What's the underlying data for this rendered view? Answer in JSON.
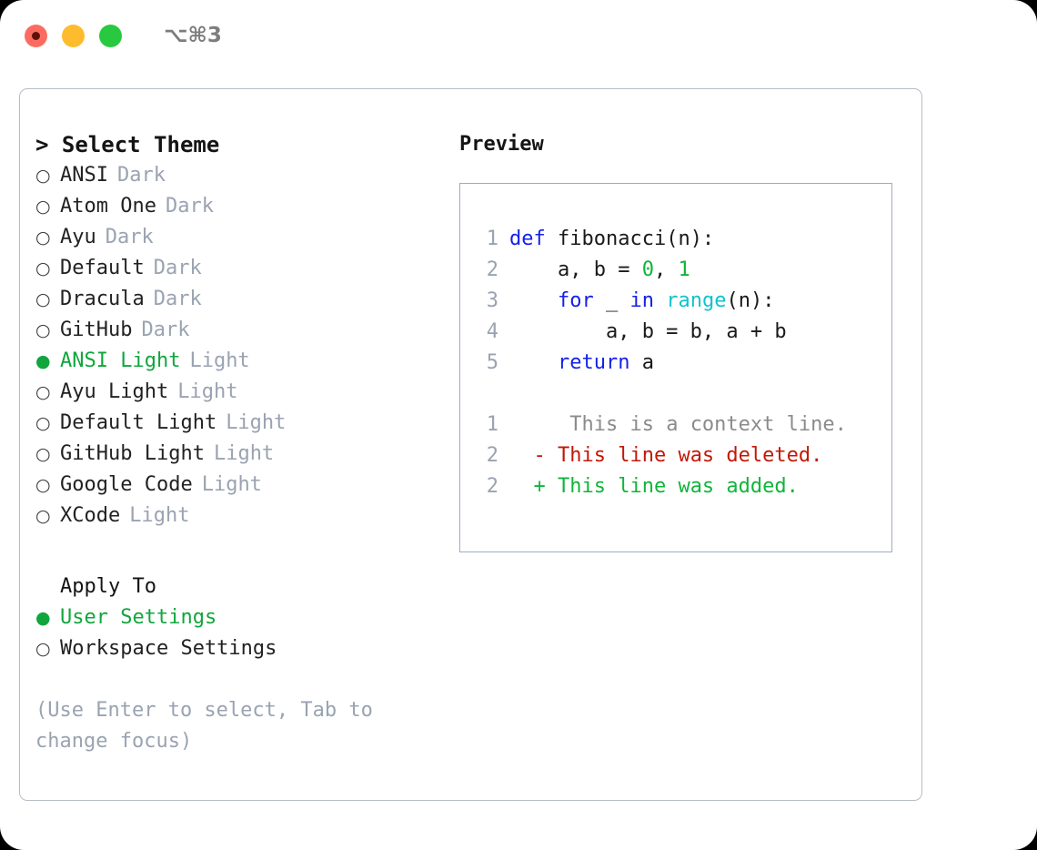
{
  "window": {
    "shortcut": "⌥⌘3",
    "traffic_lights": [
      {
        "name": "close",
        "color": "#fd6b61"
      },
      {
        "name": "minimize",
        "color": "#fdbc2e"
      },
      {
        "name": "maximize",
        "color": "#28c93f"
      }
    ]
  },
  "colors": {
    "accent_green": "#11a63d",
    "muted": "#9aa3b1",
    "text": "#222222",
    "panel_border": "#b6bdc7",
    "preview_border": "#9facbd",
    "keyword_blue": "#1521e8",
    "function_cyan": "#12c2cc",
    "number_green": "#0fb53a",
    "diff_delete": "#c21807",
    "diff_add": "#0fb53a",
    "diff_context": "#8b8b8b"
  },
  "theme_list": {
    "header_caret": ">",
    "header": "Select Theme",
    "bullet_off": "○",
    "bullet_on": "●",
    "items": [
      {
        "label": "ANSI",
        "kind": "Dark",
        "selected": false
      },
      {
        "label": "Atom One",
        "kind": "Dark",
        "selected": false
      },
      {
        "label": "Ayu",
        "kind": "Dark",
        "selected": false
      },
      {
        "label": "Default",
        "kind": "Dark",
        "selected": false
      },
      {
        "label": "Dracula",
        "kind": "Dark",
        "selected": false
      },
      {
        "label": "GitHub",
        "kind": "Dark",
        "selected": false
      },
      {
        "label": "ANSI Light",
        "kind": "Light",
        "selected": true
      },
      {
        "label": "Ayu Light",
        "kind": "Light",
        "selected": false
      },
      {
        "label": "Default Light",
        "kind": "Light",
        "selected": false
      },
      {
        "label": "GitHub Light",
        "kind": "Light",
        "selected": false
      },
      {
        "label": "Google Code",
        "kind": "Light",
        "selected": false
      },
      {
        "label": "XCode",
        "kind": "Light",
        "selected": false
      }
    ]
  },
  "apply_to": {
    "header": "Apply To",
    "items": [
      {
        "label": "User Settings",
        "selected": true
      },
      {
        "label": "Workspace Settings",
        "selected": false
      }
    ]
  },
  "hint": "(Use Enter to select, Tab to change focus)",
  "preview": {
    "title": "Preview",
    "code_lines": [
      {
        "num": "1",
        "tokens": [
          {
            "t": "def",
            "c": "kw"
          },
          {
            "t": " fibonacci(n):",
            "c": "txt"
          }
        ]
      },
      {
        "num": "2",
        "tokens": [
          {
            "t": "    a, b = ",
            "c": "txt"
          },
          {
            "t": "0",
            "c": "num"
          },
          {
            "t": ", ",
            "c": "txt"
          },
          {
            "t": "1",
            "c": "num"
          }
        ]
      },
      {
        "num": "3",
        "tokens": [
          {
            "t": "    ",
            "c": "txt"
          },
          {
            "t": "for",
            "c": "kw"
          },
          {
            "t": " _ ",
            "c": "txt"
          },
          {
            "t": "in",
            "c": "kw"
          },
          {
            "t": " ",
            "c": "txt"
          },
          {
            "t": "range",
            "c": "fn"
          },
          {
            "t": "(n):",
            "c": "txt"
          }
        ]
      },
      {
        "num": "4",
        "tokens": [
          {
            "t": "        a, b = b, a + b",
            "c": "txt"
          }
        ]
      },
      {
        "num": "5",
        "tokens": [
          {
            "t": "    ",
            "c": "txt"
          },
          {
            "t": "return",
            "c": "kw"
          },
          {
            "t": " a",
            "c": "txt"
          }
        ]
      }
    ],
    "diff_lines": [
      {
        "num": "1",
        "marker": " ",
        "text": "  This is a context line.",
        "kind": "ctx"
      },
      {
        "num": "2",
        "marker": "-",
        "text": " This line was deleted.",
        "kind": "del"
      },
      {
        "num": "2",
        "marker": "+",
        "text": " This line was added.",
        "kind": "add"
      }
    ]
  }
}
